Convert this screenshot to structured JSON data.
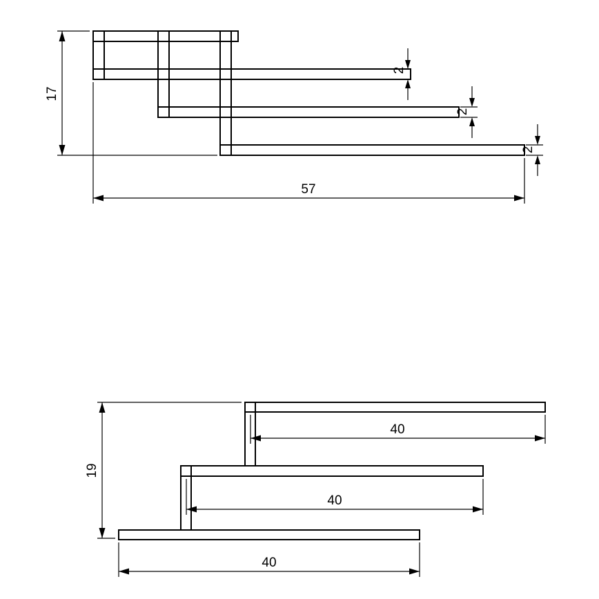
{
  "drawing": {
    "background": "#ffffff",
    "line_color": "#000000",
    "top_view": {
      "height_dim_label": "17",
      "width_dim_label": "57",
      "arm_thickness_labels": [
        "2",
        "2",
        "2"
      ]
    },
    "side_view": {
      "height_dim_label": "19",
      "bar_length_labels": [
        "40",
        "40",
        "40"
      ]
    }
  }
}
